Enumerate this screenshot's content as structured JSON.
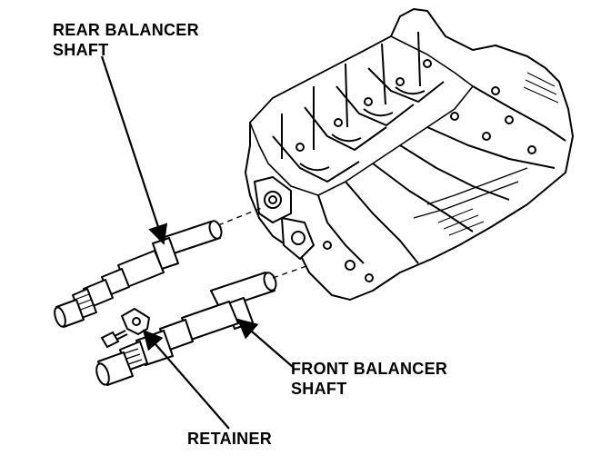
{
  "labels": {
    "rear_balancer_shaft": [
      "REAR BALANCER",
      "SHAFT"
    ],
    "front_balancer_shaft": [
      "FRONT BALANCER",
      "SHAFT"
    ],
    "retainer": "RETAINER"
  },
  "colors": {
    "ink": "#000000",
    "paper": "#ffffff"
  }
}
